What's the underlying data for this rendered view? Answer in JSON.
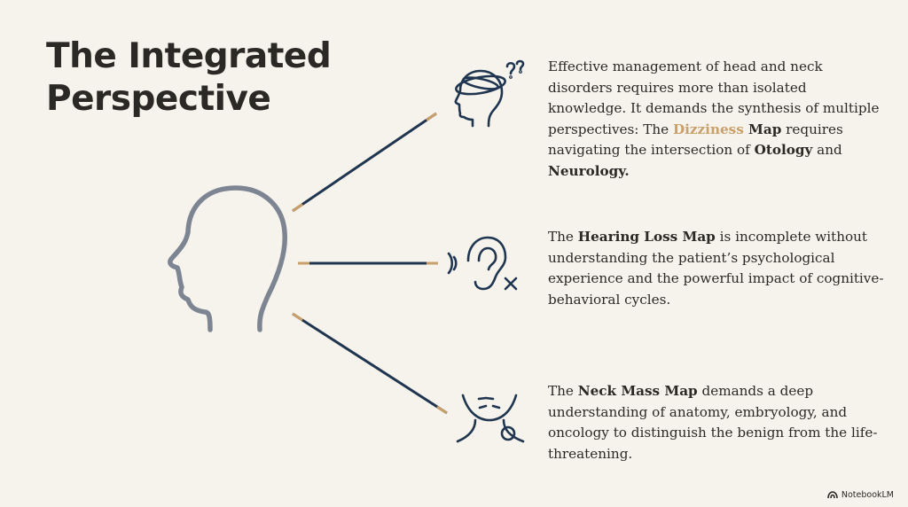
{
  "title": {
    "line1": "The Integrated",
    "line2": "Perspective"
  },
  "sections": [
    {
      "icon": "dizzy-head-icon",
      "segments": [
        {
          "text": "Effective management of head and neck disorders requires more than isolated knowledge. It demands the synthesis of multiple perspectives: The ",
          "style": "normal"
        },
        {
          "text": "Dizziness",
          "style": "gold"
        },
        {
          "text": " Map",
          "style": "bold"
        },
        {
          "text": " requires navigating the intersection of ",
          "style": "normal"
        },
        {
          "text": "Otology",
          "style": "bold"
        },
        {
          "text": " and ",
          "style": "normal"
        },
        {
          "text": "Neurology.",
          "style": "bold"
        }
      ]
    },
    {
      "icon": "ear-hearing-loss-icon",
      "segments": [
        {
          "text": "The ",
          "style": "normal"
        },
        {
          "text": "Hearing Loss Map",
          "style": "bold"
        },
        {
          "text": " is incomplete without understanding the patient’s psychological experience and the powerful impact of cognitive-behavioral cycles.",
          "style": "normal"
        }
      ]
    },
    {
      "icon": "neck-mass-icon",
      "segments": [
        {
          "text": "The ",
          "style": "normal"
        },
        {
          "text": "Neck Mass Map",
          "style": "bold"
        },
        {
          "text": " demands a deep understanding of anatomy, embryology, and oncology to distinguish the benign from the life-threatening.",
          "style": "normal"
        }
      ]
    }
  ],
  "brand": {
    "label": "NotebookLM"
  },
  "colors": {
    "background": "#f6f3ec",
    "navy": "#1f3550",
    "gold": "#c9a06a",
    "head_gray": "#7d8593",
    "text": "#2b2926"
  }
}
